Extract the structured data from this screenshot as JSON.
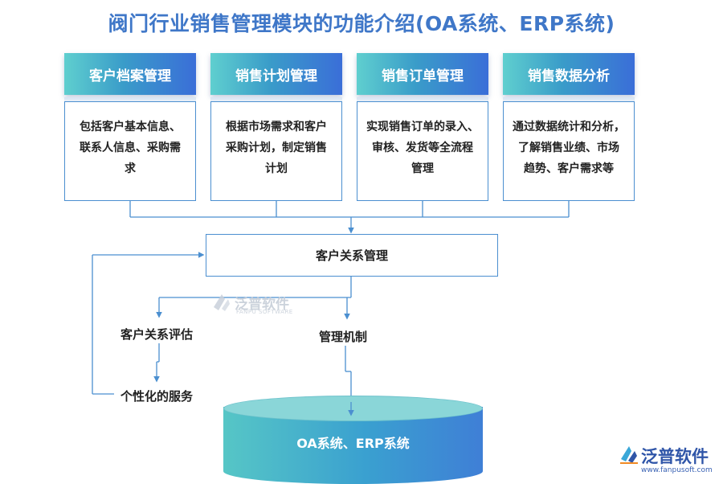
{
  "title": "阀门行业销售管理模块的功能介绍(OA系统、ERP系统)",
  "modules": [
    {
      "header": "客户档案管理",
      "desc_lines": [
        "包括客户基本信息、",
        "联系人信息、采购需",
        "求"
      ]
    },
    {
      "header": "销售计划管理",
      "desc_lines": [
        "根据市场需求和客户",
        "采购计划，制定销售",
        "计划"
      ]
    },
    {
      "header": "销售订单管理",
      "desc_lines": [
        "实现销售订单的录入、",
        "审核、发货等全流程",
        "管理"
      ]
    },
    {
      "header": "销售数据分析",
      "desc_lines": [
        "通过数据统计和分析，",
        "了解销售业绩、市场",
        "趋势、客户需求等"
      ]
    }
  ],
  "center": "客户关系管理",
  "evaluation": "客户关系评估",
  "mechanism": "管理机制",
  "service": "个性化的服务",
  "database": "OA系统、ERP系统",
  "watermark": {
    "cn": "泛普软件",
    "en": "FANPU SOFTWARE"
  },
  "logo": {
    "cn": "泛普软件",
    "url": "www.fanpusoft.com"
  },
  "colors": {
    "title": "#3f77c8",
    "line": "#4b8fd0",
    "accent_teal": "#5fcfcf",
    "accent_blue": "#3a6ed8"
  }
}
